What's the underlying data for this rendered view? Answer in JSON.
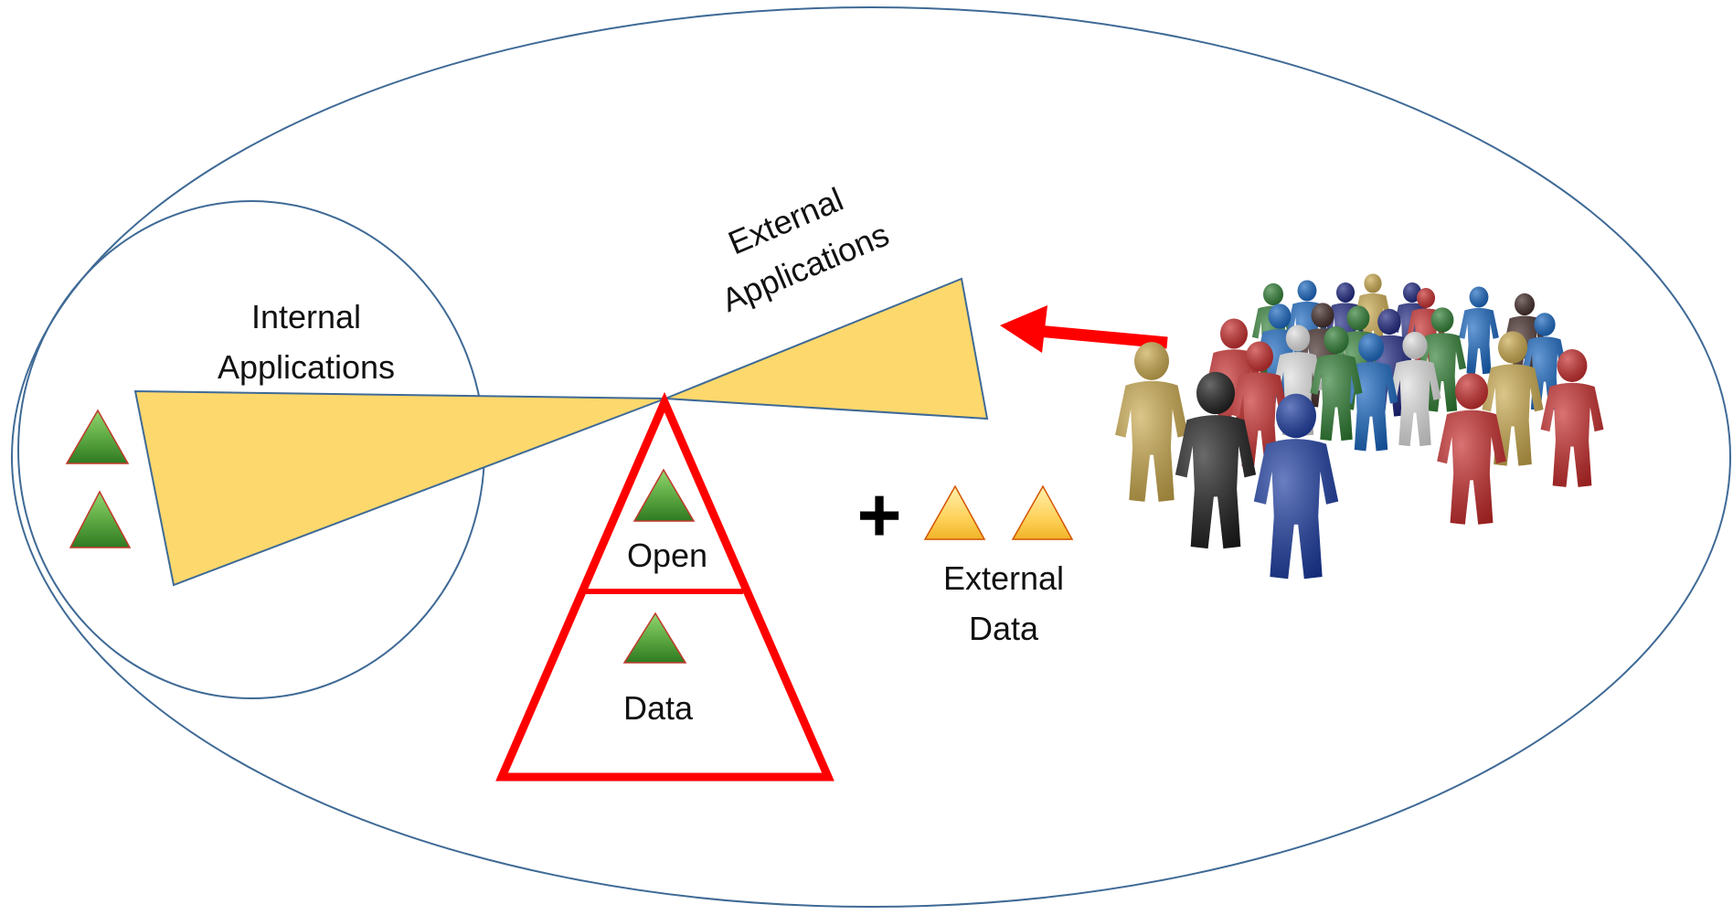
{
  "labels": {
    "internal_line1": "Internal",
    "internal_line2": "Applications",
    "external_apps_line1": "External",
    "external_apps_line2": "Applications",
    "open": "Open",
    "data": "Data",
    "plus": "+",
    "external_data_line1": "External",
    "external_data_line2": "Data"
  },
  "colors": {
    "outline": "#3f6a96",
    "beam_fill": "#fdd86d",
    "pyramid_stroke": "#ff0000",
    "green_triangle": "#5aa540",
    "yellow_triangle": "#ffd25a",
    "arrow": "#ff0000"
  },
  "icons": {
    "crowd": "crowd-of-people-illustration",
    "arrow": "arrow-left-icon"
  }
}
